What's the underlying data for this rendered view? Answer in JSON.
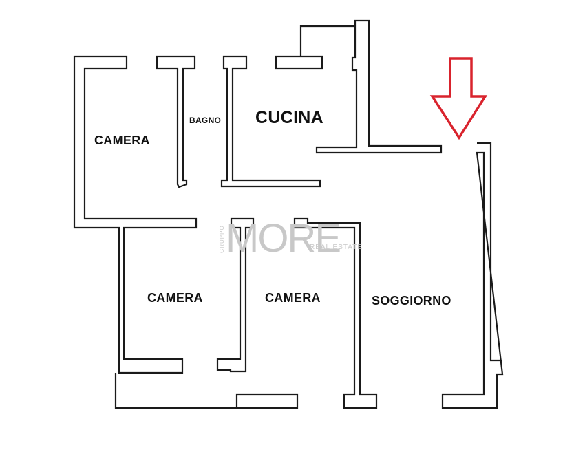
{
  "rooms": [
    {
      "id": "camera-top-left",
      "label": "CAMERA"
    },
    {
      "id": "bagno",
      "label": "BAGNO"
    },
    {
      "id": "cucina",
      "label": "CUCINA"
    },
    {
      "id": "camera-bottom-left",
      "label": "CAMERA"
    },
    {
      "id": "camera-bottom-middle",
      "label": "CAMERA"
    },
    {
      "id": "soggiorno",
      "label": "SOGGIORNO"
    }
  ],
  "watermark": {
    "main": "MORE",
    "prefix": "GRUPPO",
    "suffix": "REAL ESTATE",
    "color": "#c8c8c8"
  },
  "entrance_arrow": {
    "icon": "down-arrow-icon",
    "color": "#d9232d"
  },
  "colors": {
    "wall": "#1a1a1a",
    "background": "#ffffff"
  }
}
